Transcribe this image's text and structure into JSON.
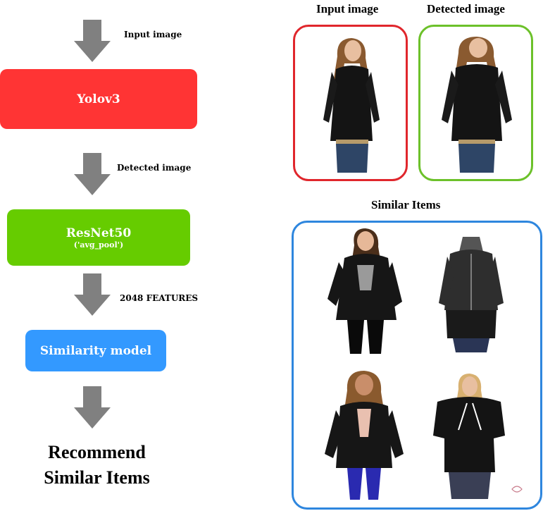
{
  "flow": {
    "arrow_label_1": "Input image",
    "box_1": "Yolov3",
    "arrow_label_2": "Detected image",
    "box_2_line1": "ResNet50",
    "box_2_line2": "('avg_pool')",
    "arrow_label_3": "2048 FEATURES",
    "box_3": "Similarity model",
    "result_line1": "Recommend",
    "result_line2": "Similar Items"
  },
  "panels": {
    "input_title": "Input image",
    "detected_title": "Detected image",
    "similar_title": "Similar Items"
  },
  "colors": {
    "yolo": "#ff3434",
    "resnet": "#66cc00",
    "similarity": "#3399ff",
    "arrow": "#808080",
    "input_frame": "#e0262c",
    "detected_frame": "#6cc12a",
    "similar_frame": "#2e86de"
  }
}
